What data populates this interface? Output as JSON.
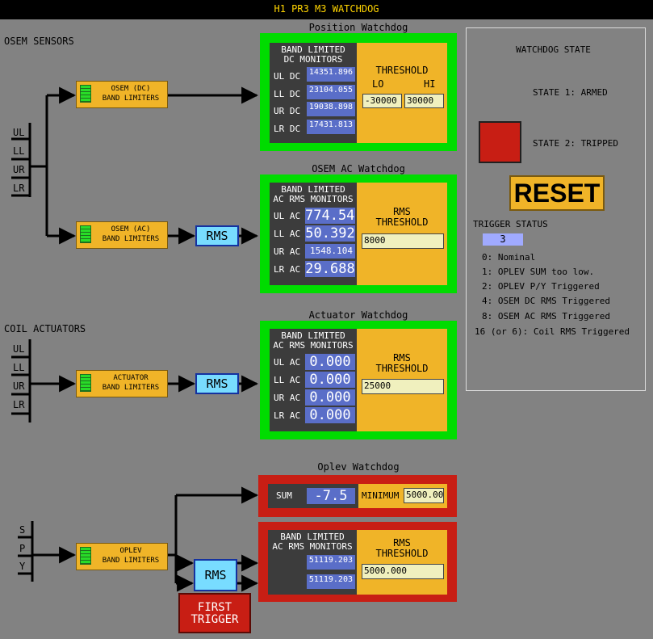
{
  "window": {
    "title": "H1 PR3 M3 WATCHDOG"
  },
  "sections": {
    "osem_sensors": "OSEM SENSORS",
    "coil_actuators": "COIL ACTUATORS"
  },
  "channels": {
    "ul": "UL",
    "ll": "LL",
    "ur": "UR",
    "lr": "LR",
    "s": "S",
    "p": "P",
    "y": "Y"
  },
  "limiters": {
    "osem_dc": [
      "OSEM (DC)",
      "BAND LIMITERS"
    ],
    "osem_ac": [
      "OSEM (AC)",
      "BAND LIMITERS"
    ],
    "actuator": [
      "ACTUATOR",
      "BAND LIMITERS"
    ],
    "oplev": [
      "OPLEV",
      "BAND LIMITERS"
    ]
  },
  "rms_label": "RMS",
  "position_watchdog": {
    "title": "Position Watchdog",
    "monitors_title": [
      "BAND LIMITED",
      "DC MONITORS"
    ],
    "rows": [
      {
        "label": "UL DC",
        "value": "14351.896"
      },
      {
        "label": "LL DC",
        "value": "23104.055"
      },
      {
        "label": "UR DC",
        "value": "19038.898"
      },
      {
        "label": "LR DC",
        "value": "17431.813"
      }
    ],
    "threshold_label": "THRESHOLD",
    "lo_label": "LO",
    "hi_label": "HI",
    "lo_value": "-30000",
    "hi_value": "30000"
  },
  "osem_ac_watchdog": {
    "title": "OSEM AC Watchdog",
    "monitors_title": [
      "BAND LIMITED",
      "AC RMS MONITORS"
    ],
    "rows": [
      {
        "label": "UL AC",
        "value": "774.547"
      },
      {
        "label": "LL AC",
        "value": "50.392"
      },
      {
        "label": "UR AC",
        "value": "1548.104"
      },
      {
        "label": "LR AC",
        "value": "29.688"
      }
    ],
    "threshold_label": [
      "RMS",
      "THRESHOLD"
    ],
    "threshold_value": "8000"
  },
  "actuator_watchdog": {
    "title": "Actuator Watchdog",
    "monitors_title": [
      "BAND LIMITED",
      "AC RMS MONITORS"
    ],
    "rows": [
      {
        "label": "UL AC",
        "value": "0.000"
      },
      {
        "label": "LL AC",
        "value": "0.000"
      },
      {
        "label": "UR AC",
        "value": "0.000"
      },
      {
        "label": "LR AC",
        "value": "0.000"
      }
    ],
    "threshold_label": [
      "RMS",
      "THRESHOLD"
    ],
    "threshold_value": "25000"
  },
  "oplev_watchdog": {
    "title": "Oplev Watchdog",
    "sum_label": "SUM",
    "sum_value": "-7.5",
    "minimum_label": "MINIMUM",
    "minimum_value": "5000.00",
    "monitors_title": [
      "BAND LIMITED",
      "AC RMS MONITORS"
    ],
    "values": [
      "51119.203",
      "51119.203"
    ],
    "threshold_label": [
      "RMS",
      "THRESHOLD"
    ],
    "threshold_value": "5000.000"
  },
  "first_trigger": [
    "FIRST",
    "TRIGGER"
  ],
  "watchdog_state": {
    "title": "WATCHDOG STATE",
    "state1": "STATE 1: ARMED",
    "state2": "STATE 2: TRIPPED",
    "reset_label": "RESET",
    "trigger_status_label": "TRIGGER STATUS",
    "trigger_status_value": "3",
    "legend": [
      "0: Nominal",
      "1: OPLEV SUM too low.",
      "2: OPLEV P/Y Triggered",
      "4: OSEM DC RMS Triggered",
      "8: OSEM AC RMS Triggered",
      "16 (or 6): Coil RMS Triggered"
    ]
  },
  "colors": {
    "background": "#828282",
    "title_text": "#ffd400",
    "ok_border": "#00dc00",
    "tripped": "#c81e14",
    "value_box": "#5a6ec8",
    "limiter": "#f0b428",
    "rms_box": "#78dcff"
  },
  "icons": {
    "limiter": "band-limiter-icon",
    "arrow": "arrow-right-icon"
  }
}
